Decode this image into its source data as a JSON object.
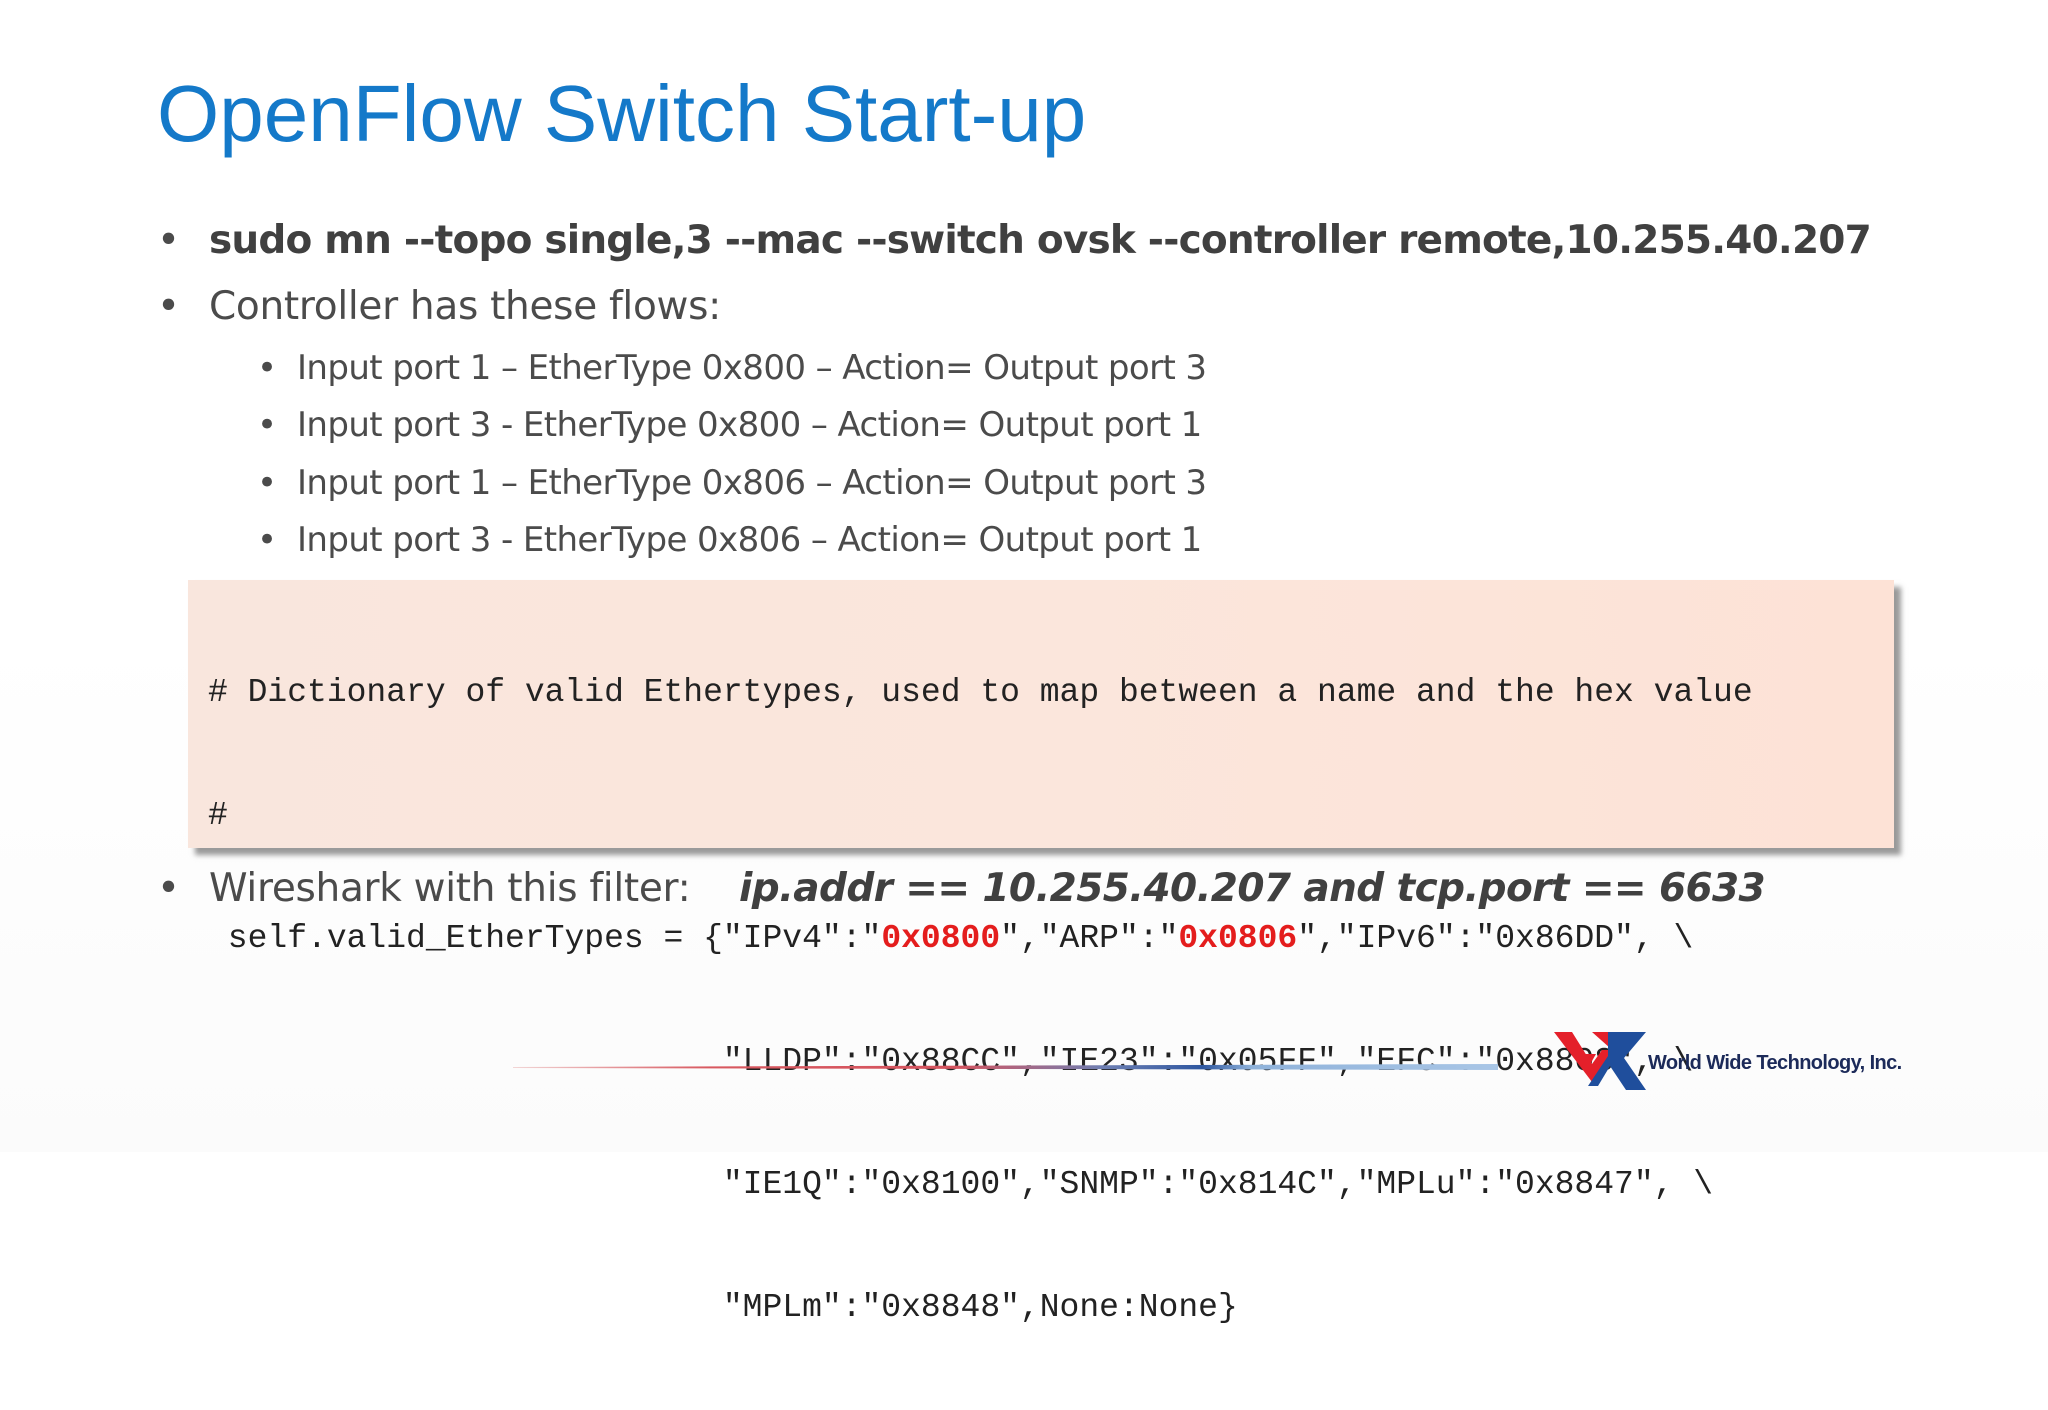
{
  "title": "OpenFlow Switch Start-up",
  "bullets": {
    "b1": "sudo mn --topo single,3 --mac --switch ovsk --controller remote,10.255.40.207",
    "b2": "Controller has these flows:",
    "flows": [
      "Input port 1 – EtherType 0x800 – Action= Output port 3",
      "Input port 3 -  EtherType 0x800 – Action= Output port 1",
      "Input port 1 – EtherType 0x806 – Action= Output port 3",
      "Input port 3 -  EtherType 0x806 – Action= Output port 1"
    ],
    "b3": "Wireshark with this filter:",
    "filter": "ip.addr == 10.255.40.207 and tcp.port  == 6633"
  },
  "code": {
    "line1": "# Dictionary of valid Ethertypes, used to map between a name and the hex value",
    "line2": "#",
    "line3_pre": " self.valid_EtherTypes = {\"IPv4\":\"",
    "line3_hl1": "0x0800",
    "line3_mid": "\",\"ARP\":\"",
    "line3_hl2": "0x0806",
    "line3_post": "\",\"IPv6\":\"0x86DD\", \\",
    "line4": "                          \"LLDP\":\"0x88CC\",\"IE23\":\"0x05FF\",\"EFC\":\"0x8808\", \\",
    "line5": "                          \"IE1Q\":\"0x8100\",\"SNMP\":\"0x814C\",\"MPLu\":\"0x8847\", \\",
    "line6": "                          \"MPLm\":\"0x8848\",None:None}"
  },
  "footer": {
    "company": "World Wide Technology, Inc."
  },
  "colors": {
    "title": "#1479c9",
    "highlight": "#e41d1d",
    "logo_red": "#e4202a",
    "logo_blue": "#1f4e9c"
  }
}
